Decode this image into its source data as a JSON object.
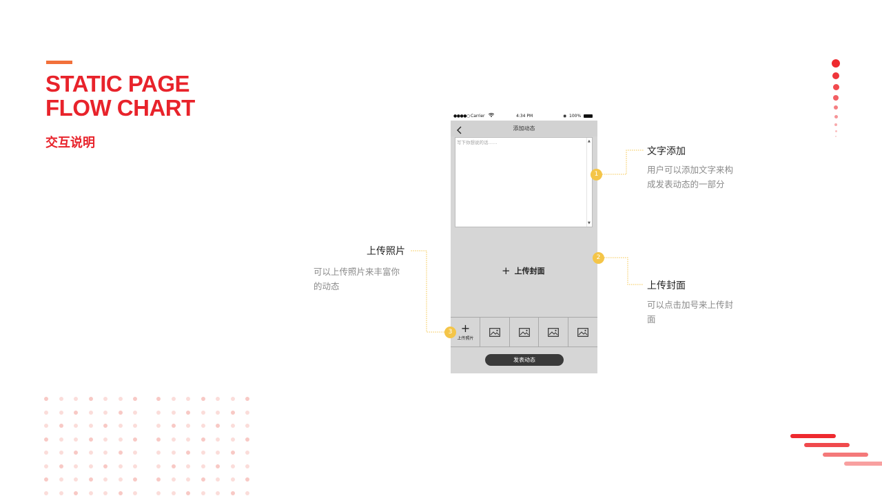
{
  "header": {
    "title_line1": "STATIC PAGE",
    "title_line2": "FLOW CHART",
    "subtitle": "交互说明"
  },
  "colors": {
    "accent_red": "#e8232b",
    "accent_orange": "#f2703a",
    "badge_yellow": "#f4c548"
  },
  "phone": {
    "status": {
      "carrier": "Carrier",
      "time": "4:34 PM",
      "battery": "100%"
    },
    "nav": {
      "back_icon": "chevron-left-icon",
      "title": "添加动态"
    },
    "textarea_placeholder": "写下你想说的话……",
    "cover_label": "上传封面",
    "upload_label": "上传照片",
    "photo_icon": "image-icon",
    "publish_label": "发表动态"
  },
  "callouts": [
    {
      "number": "1",
      "title": "文字添加",
      "desc_line1": "用户可以添加文字来构",
      "desc_line2": "成发表动态的一部分"
    },
    {
      "number": "2",
      "title": "上传封面",
      "desc_line1": "可以点击加号来上传封",
      "desc_line2": "面"
    },
    {
      "number": "3",
      "title": "上传照片",
      "desc_line1": "可以上传照片来丰富你",
      "desc_line2": "的动态"
    }
  ]
}
